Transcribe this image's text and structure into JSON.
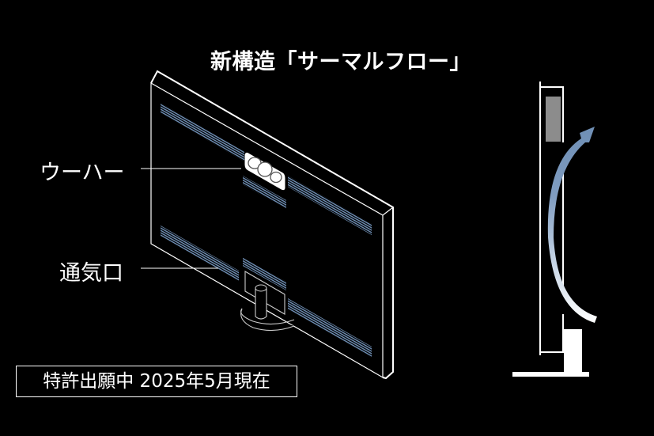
{
  "title": "新構造「サーマルフロー」",
  "labels": {
    "woofer": "ウーハー",
    "vent": "通気口"
  },
  "note": "特許出願中 2025年5月現在",
  "colors": {
    "background": "#000000",
    "line": "#ffffff",
    "vent_stripe": "#6f8fb5",
    "arrow_top": "#6f8fb5",
    "arrow_bottom": "#ffffff",
    "woofer_side": "#8c8c8c"
  }
}
